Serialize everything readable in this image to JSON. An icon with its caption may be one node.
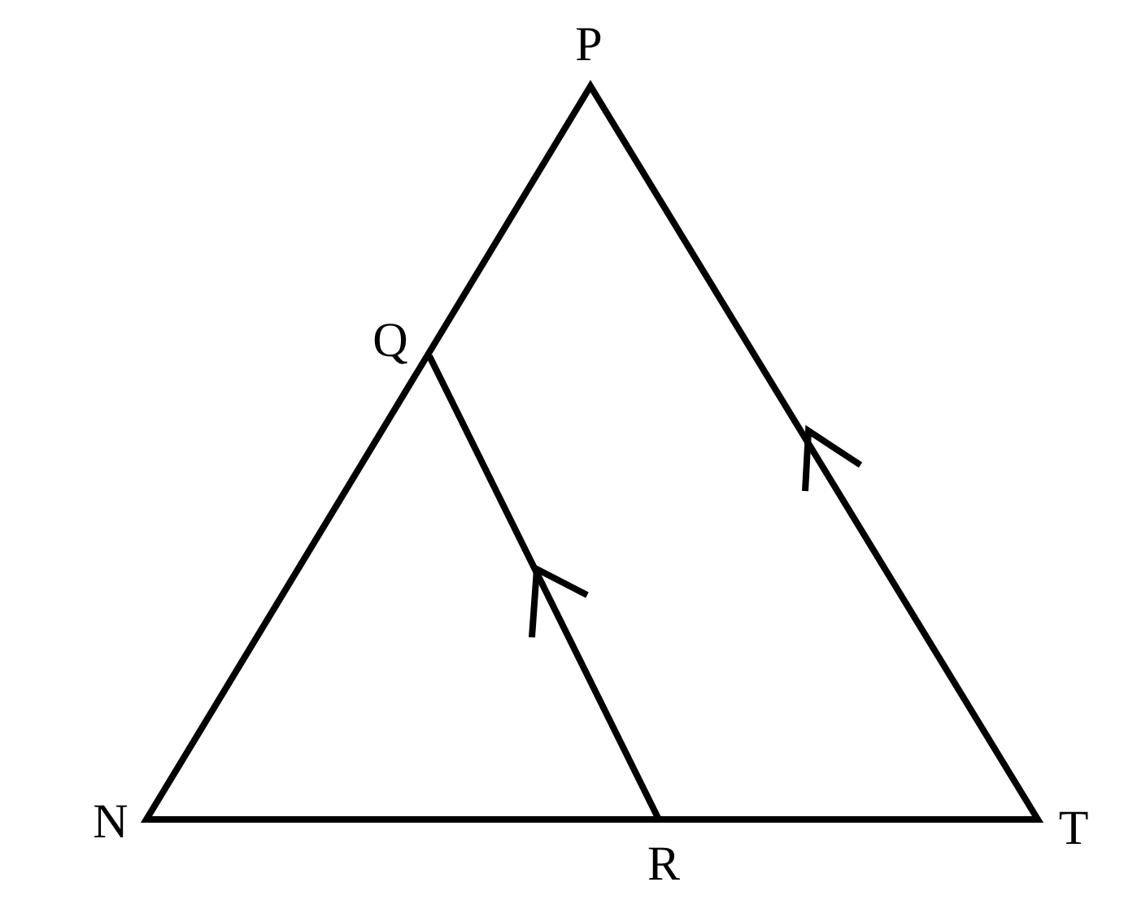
{
  "diagram": {
    "labels": [
      "P",
      "Q",
      "N",
      "R",
      "T"
    ]
  }
}
